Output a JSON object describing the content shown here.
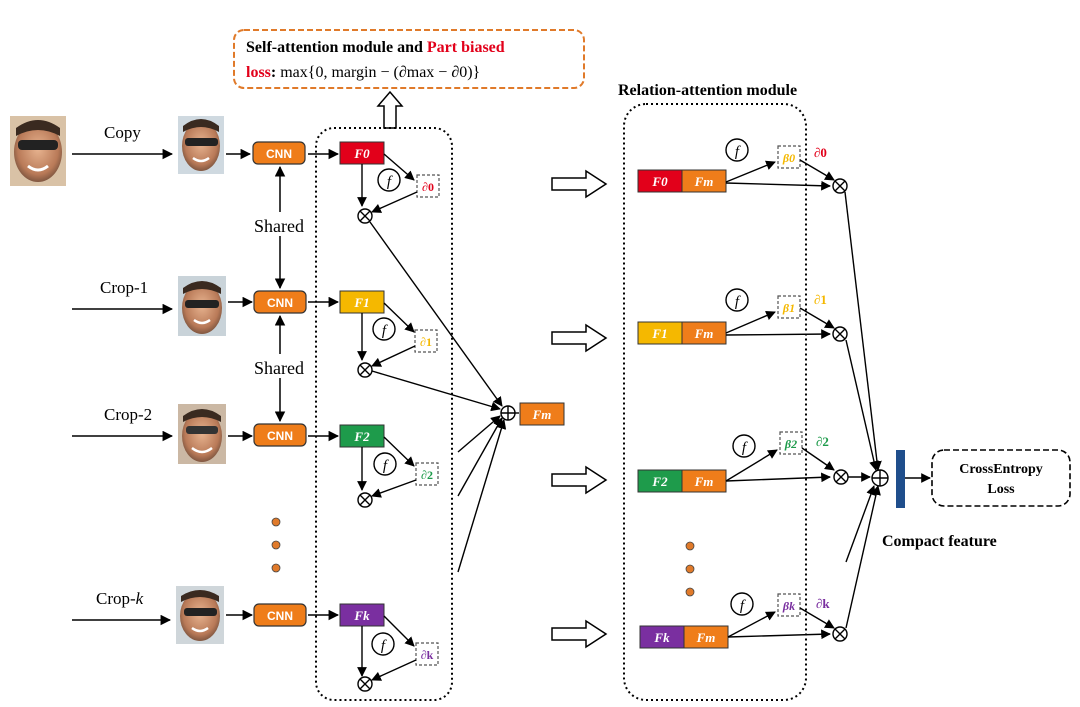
{
  "colors": {
    "cnn": "#ef7d1a",
    "f0": "#e2001a",
    "f1": "#f5b800",
    "f2": "#1e9b4b",
    "fk": "#7a2fa0",
    "fm": "#ef7d1a",
    "red_text": "#e2001a",
    "orange_border": "#e07a2a",
    "compact_bar": "#1f4e8c"
  },
  "header": {
    "line1_part1": "Self-attention module and ",
    "line1_part2": "Part biased",
    "line2_part1": "loss",
    "line2_part2": ": ",
    "formula": "max{0, margin − (∂max − ∂0)}"
  },
  "labels": {
    "copy": "Copy",
    "crop1": "Crop-1",
    "crop2": "Crop-2",
    "cropk_prefix": "Crop-",
    "cropk_suffix": "k",
    "shared": "Shared",
    "cnn": "CNN",
    "relation_module": "Relation-attention module",
    "compact_feature": "Compact feature",
    "ce_line1": "CrossEntropy",
    "ce_line2": "Loss",
    "f_symbol": "f"
  },
  "features": {
    "f0": "F0",
    "f1": "F1",
    "f2": "F2",
    "fk": "Fk",
    "fm": "Fm"
  },
  "alphas": {
    "a0": "∂0",
    "a1": "∂1",
    "a2": "∂2",
    "ak": "∂k"
  },
  "betas": {
    "b0": "β0",
    "b1": "β1",
    "b2": "β2",
    "bk": "βk"
  }
}
